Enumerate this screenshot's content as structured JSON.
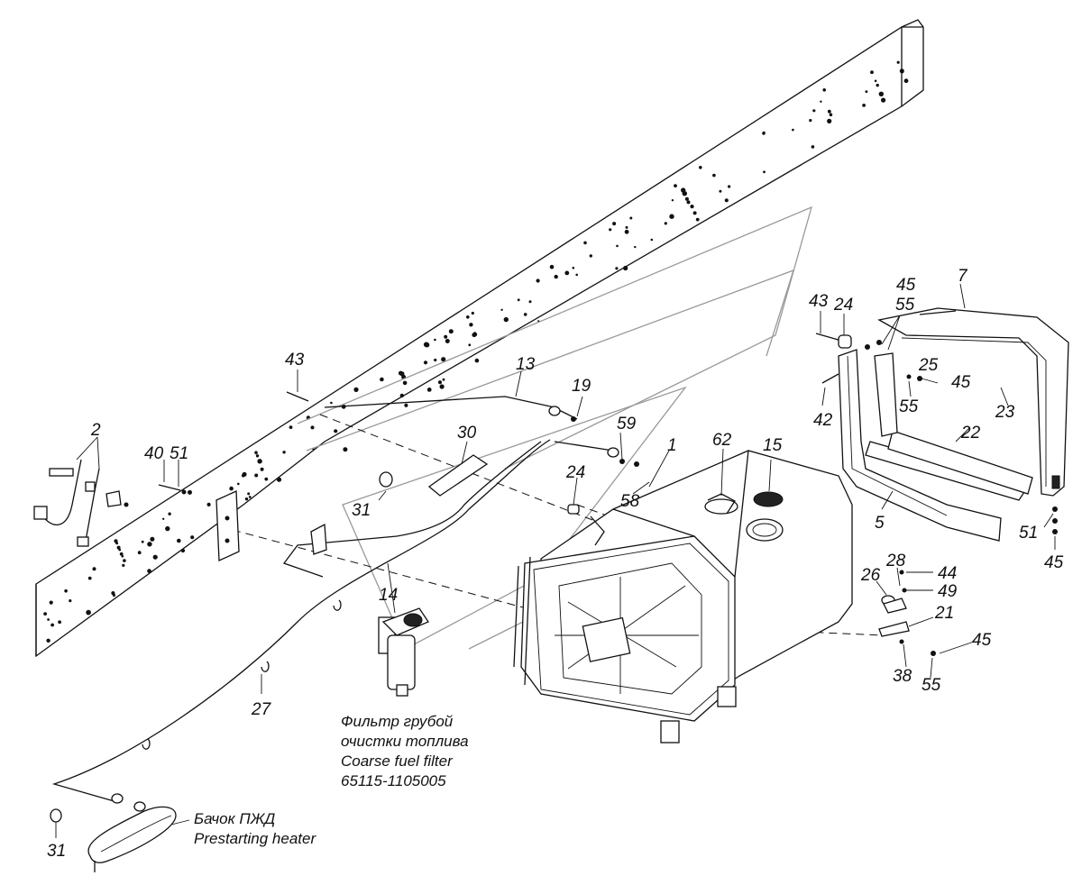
{
  "callouts": {
    "c1": "1",
    "c2": "2",
    "c5": "5",
    "c7": "7",
    "c13": "13",
    "c14": "14",
    "c15": "15",
    "c19": "19",
    "c21": "21",
    "c22": "22",
    "c23": "23",
    "c24a": "24",
    "c24b": "24",
    "c25": "25",
    "c26": "26",
    "c27": "27",
    "c28": "28",
    "c30": "30",
    "c31a": "31",
    "c31b": "31",
    "c38": "38",
    "c40": "40",
    "c42": "42",
    "c43a": "43",
    "c43b": "43",
    "c44": "44",
    "c45a": "45",
    "c45b": "45",
    "c45c": "45",
    "c45d": "45",
    "c49": "49",
    "c51a": "51",
    "c51b": "51",
    "c55a": "55",
    "c55b": "55",
    "c55c": "55",
    "c58": "58",
    "c59": "59",
    "c62": "62"
  },
  "captions": {
    "filter": [
      "Фильтр грубой",
      "очистки топлива",
      "Coarse fuel filter",
      "65115-1105005"
    ],
    "heater": [
      "Бачок ПЖД",
      "Prestarting heater"
    ]
  }
}
